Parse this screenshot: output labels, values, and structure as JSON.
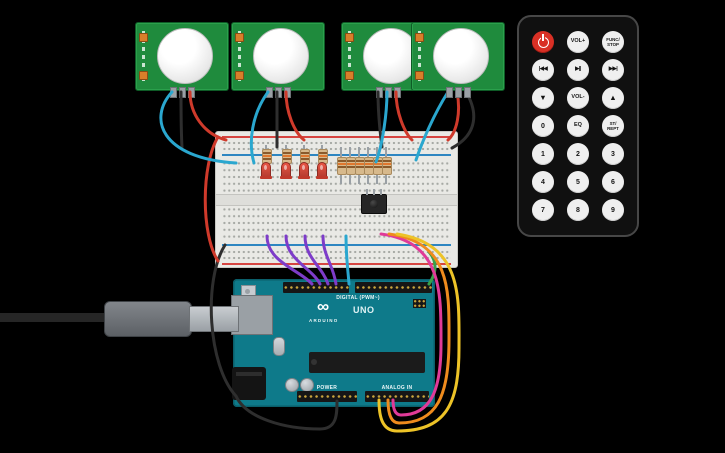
{
  "scene": {
    "background": "#000000"
  },
  "pir_sensors": [
    {
      "name": "PIR motion sensor 1"
    },
    {
      "name": "PIR motion sensor 2"
    },
    {
      "name": "PIR motion sensor 3"
    },
    {
      "name": "PIR motion sensor 4"
    }
  ],
  "remote": {
    "buttons": [
      {
        "label": "",
        "icon": "power-icon"
      },
      {
        "label": "VOL+"
      },
      {
        "label": "FUNC/ STOP"
      },
      {
        "label": "|◀◀"
      },
      {
        "label": "▶||"
      },
      {
        "label": "▶▶|"
      },
      {
        "label": "▼"
      },
      {
        "label": "VOL-"
      },
      {
        "label": "▲"
      },
      {
        "label": "0"
      },
      {
        "label": "EQ"
      },
      {
        "label": "ST/ REPT"
      },
      {
        "label": "1"
      },
      {
        "label": "2"
      },
      {
        "label": "3"
      },
      {
        "label": "4"
      },
      {
        "label": "5"
      },
      {
        "label": "6"
      },
      {
        "label": "7"
      },
      {
        "label": "8"
      },
      {
        "label": "9"
      }
    ],
    "power_color": "#d93025"
  },
  "arduino": {
    "digital_label": "DIGITAL (PWM~)",
    "logo": "∞",
    "brand": "ARDUINO",
    "model": "UNO",
    "power_label": "POWER",
    "analog_label": "ANALOG IN",
    "board_color": "#0e7a8a"
  },
  "wires": {
    "colors": {
      "red": "#cf3a2b",
      "black": "#2e2e2e",
      "cyan": "#2aa7cf",
      "purple": "#7d3cc9",
      "green": "#35a14b",
      "orange": "#ef8b1d",
      "pink": "#e03a98",
      "yellow": "#edc327"
    }
  }
}
